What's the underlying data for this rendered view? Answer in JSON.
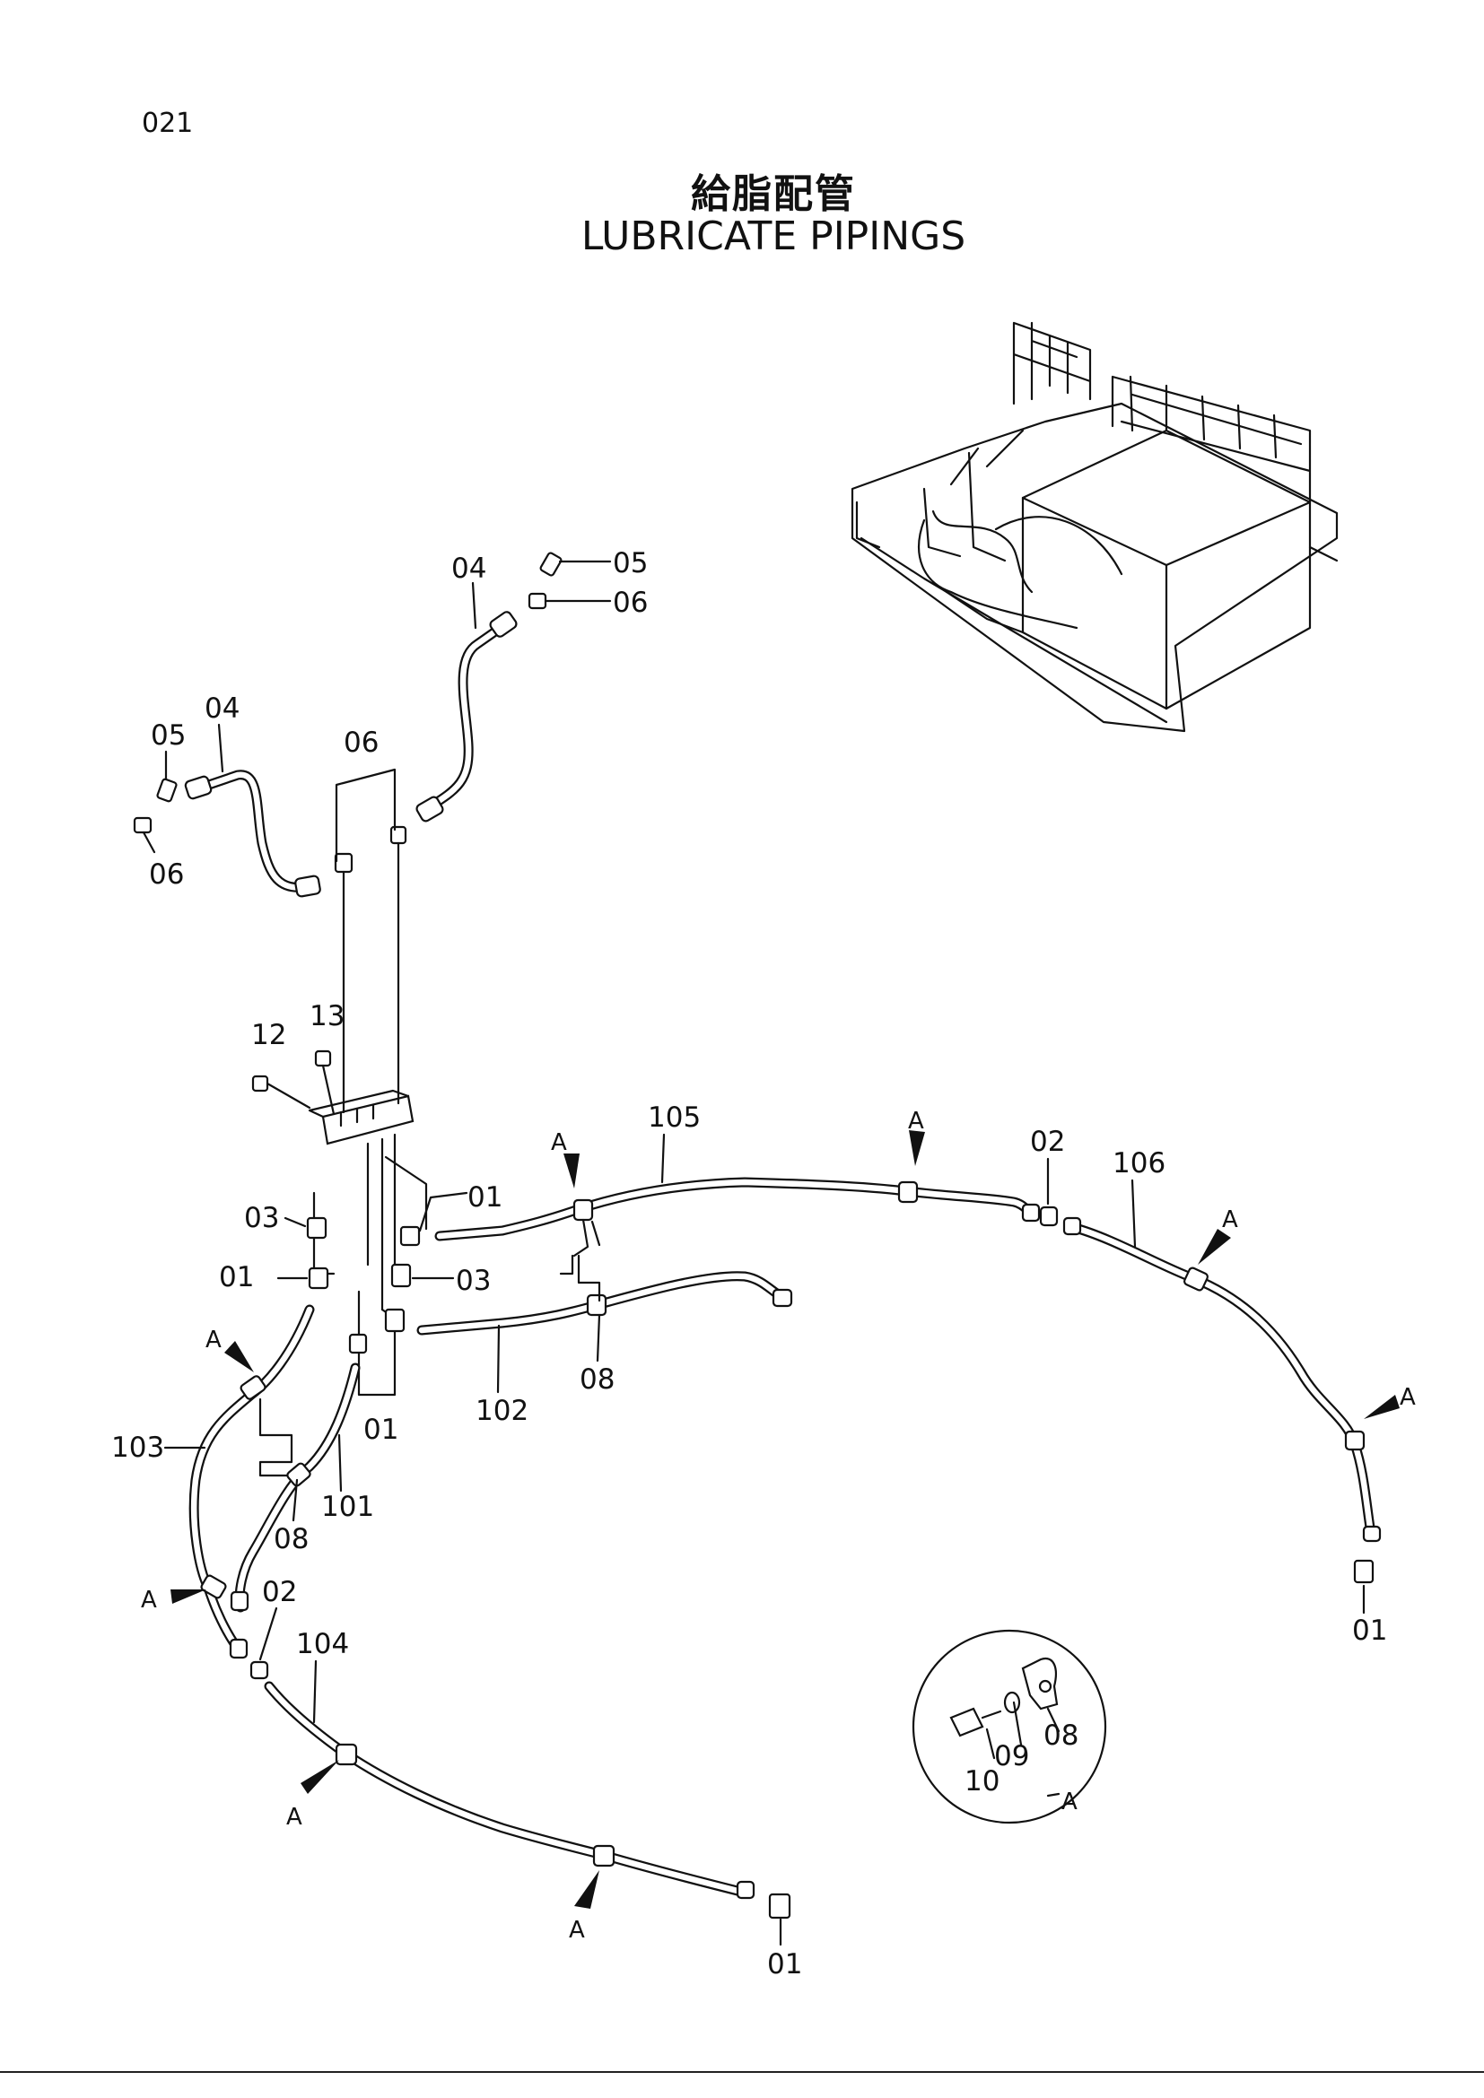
{
  "page_number": "021",
  "title_jp": "給脂配管",
  "title_en": "LUBRICATE PIPINGS",
  "callouts": {
    "c01": "01",
    "c02": "02",
    "c03": "03",
    "c04": "04",
    "c05": "05",
    "c06": "06",
    "c08": "08",
    "c09": "09",
    "c10": "10",
    "c12": "12",
    "c13": "13",
    "c101": "101",
    "c102": "102",
    "c103": "103",
    "c104": "104",
    "c105": "105",
    "c106": "106",
    "view_a": "A"
  }
}
